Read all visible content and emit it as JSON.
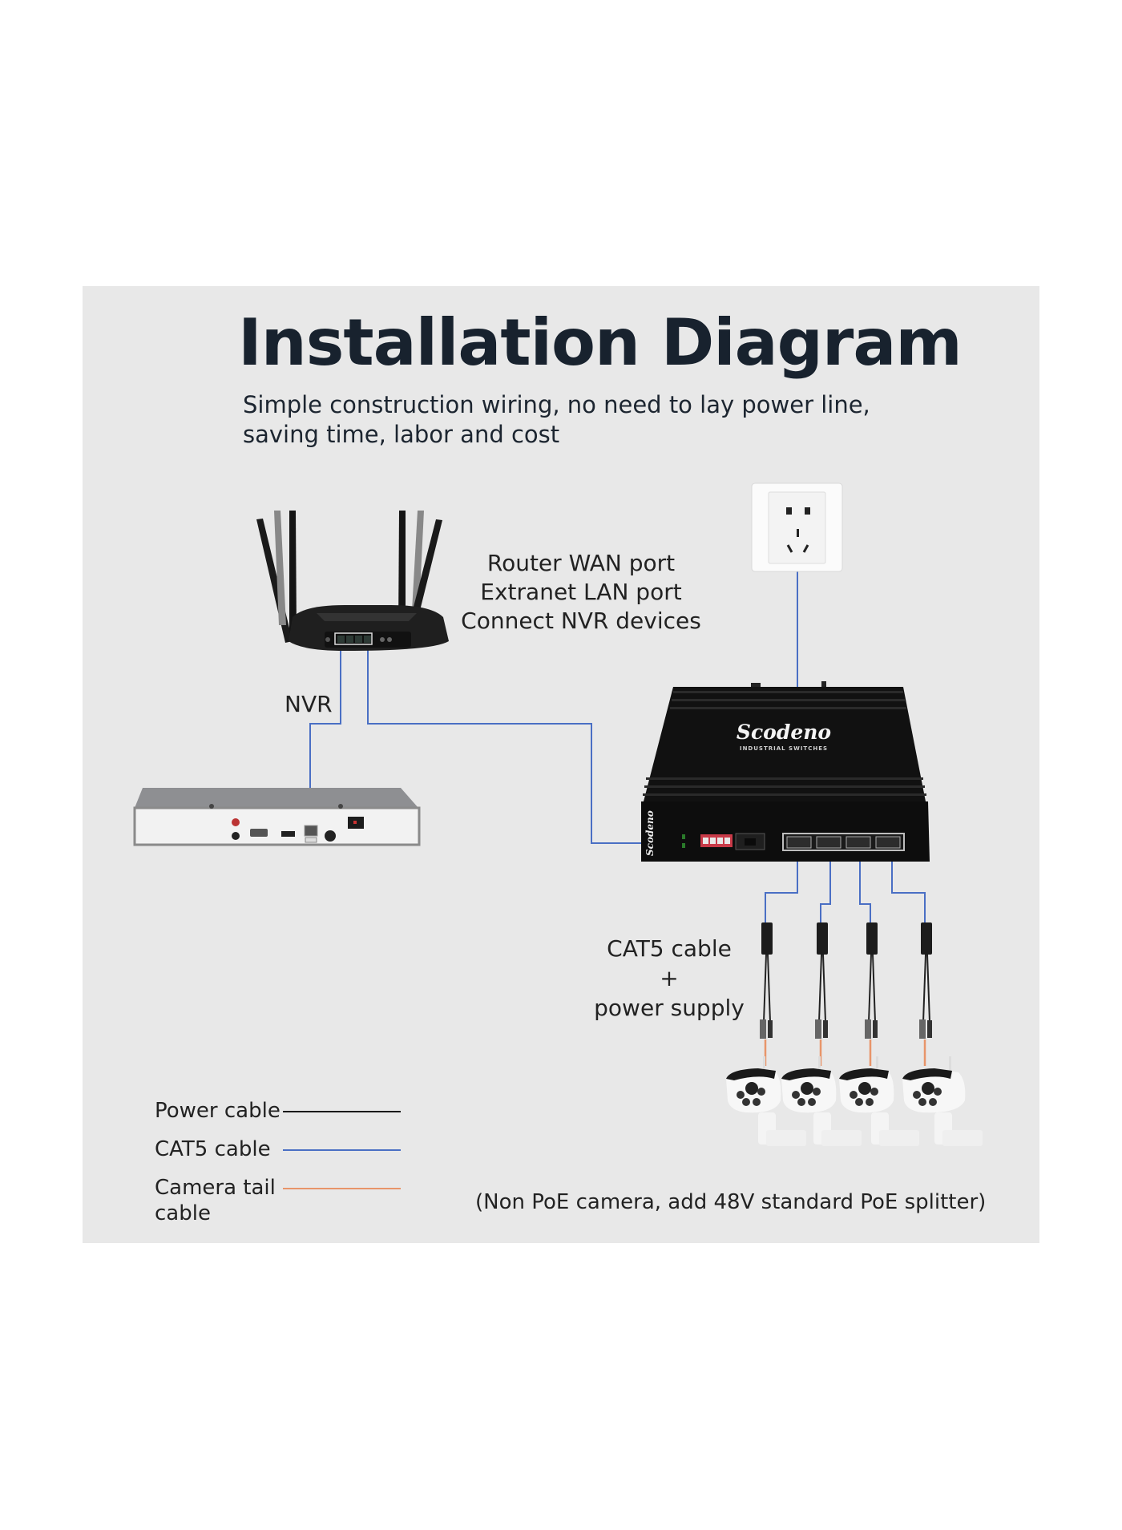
{
  "header": {
    "title": "Installation Diagram",
    "subtitle_lines": [
      "Simple construction wiring, no need to lay power line,",
      "saving time, labor and cost"
    ]
  },
  "devices": {
    "router": {
      "label_lines": [
        "Router WAN port",
        "Extranet LAN port",
        "Connect NVR devices"
      ],
      "icon": "router-icon"
    },
    "nvr": {
      "label": "NVR",
      "icon": "nvr-icon"
    },
    "outlet": {
      "icon": "power-outlet-icon"
    },
    "switch": {
      "brand": "Scodeno",
      "tagline": "INDUSTRIAL SWITCHES",
      "side_brand": "Scodeno",
      "port_count": 4,
      "icon": "poe-switch-icon"
    },
    "splitters": {
      "count": 4,
      "icon": "poe-splitter-icon"
    },
    "cameras": {
      "count": 4,
      "icon": "bullet-camera-icon"
    }
  },
  "annotations": {
    "cat5_power": [
      "CAT5 cable",
      "+",
      "power supply"
    ],
    "note": "(Non PoE camera, add 48V standard PoE splitter)"
  },
  "legend": [
    {
      "label": "Power cable",
      "color": "#1a1a1a"
    },
    {
      "label": "CAT5 cable",
      "color": "#4a6fc4"
    },
    {
      "label": "Camera tail cable",
      "label_lines": [
        "Camera tail",
        "cable"
      ],
      "color": "#e8956a"
    }
  ],
  "colors": {
    "background": "#ffffff",
    "panel": "#e8e8e8",
    "title": "#18222e",
    "cat5": "#4a6fc4",
    "power": "#1a1a1a",
    "tail": "#e8956a"
  }
}
